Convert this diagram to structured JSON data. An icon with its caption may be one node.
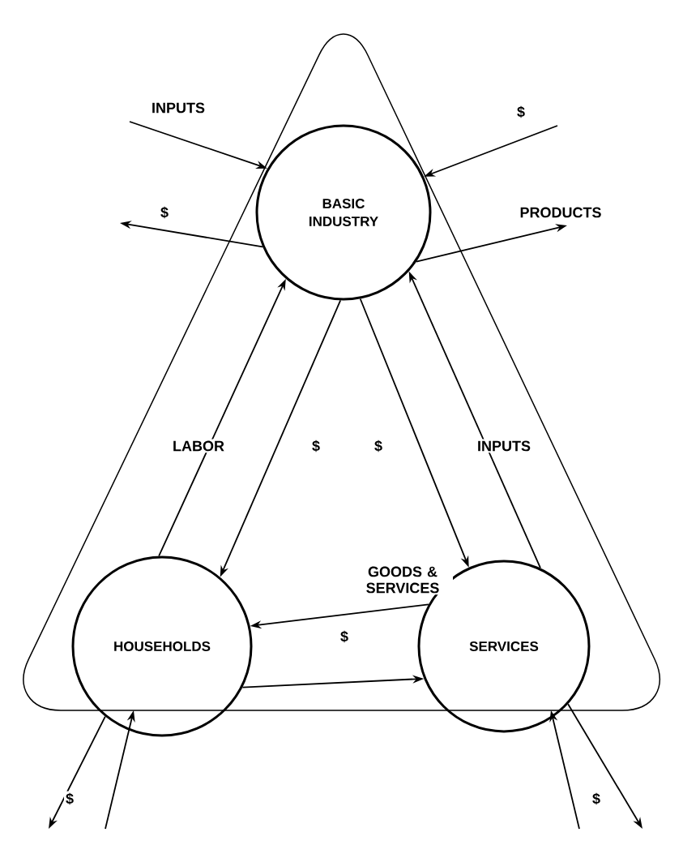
{
  "diagram": {
    "nodes": [
      {
        "text": [],
        "shape": "triangle"
      },
      {
        "text": [
          "BASIC INDUSTRY"
        ],
        "in": 0
      },
      {
        "text": [
          "HOUSEHOLDS"
        ],
        "in": 0
      },
      {
        "text": [
          "SERVICES"
        ],
        "in": 0
      }
    ],
    "edges": [
      {
        "from": null,
        "to": 1,
        "arrow": "to",
        "label": "INPUTS"
      },
      {
        "from": null,
        "to": 1,
        "arrow": "to",
        "label": "$"
      },
      {
        "from": 1,
        "to": null,
        "arrow": "to",
        "label": "$"
      },
      {
        "from": 1,
        "to": null,
        "arrow": "to",
        "label": "PRODUCTS"
      },
      {
        "from": 2,
        "to": 1,
        "arrow": "to",
        "label": "LABOR"
      },
      {
        "from": 1,
        "to": 2,
        "arrow": "to",
        "label": "$"
      },
      {
        "from": 1,
        "to": 3,
        "arrow": "to",
        "label": "$"
      },
      {
        "from": 3,
        "to": 1,
        "arrow": "to",
        "label": "INPUTS"
      },
      {
        "from": 3,
        "to": 2,
        "arrow": "to",
        "label": "GOODS & SERVICES"
      },
      {
        "from": 2,
        "to": 3,
        "arrow": "to",
        "label": "$"
      },
      {
        "from": 2,
        "to": null,
        "arrow": "to",
        "label": "$"
      },
      {
        "from": null,
        "to": 0,
        "arrow": "to"
      },
      {
        "from": null,
        "to": 0,
        "arrow": "to"
      },
      {
        "from": 3,
        "to": null,
        "arrow": "to",
        "label": "$"
      }
    ]
  }
}
